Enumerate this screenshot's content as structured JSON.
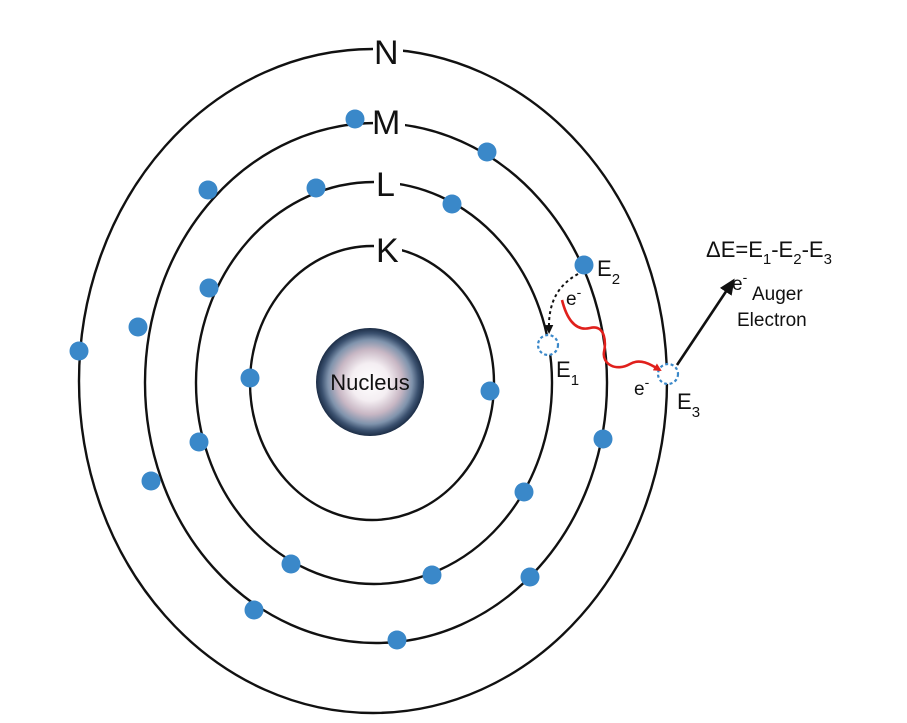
{
  "shells": {
    "k": "K",
    "l": "L",
    "m": "M",
    "n": "N"
  },
  "nucleus": {
    "label": "Nucleus"
  },
  "levels": {
    "e1": {
      "base": "E",
      "sub": "1"
    },
    "e2": {
      "base": "E",
      "sub": "2"
    },
    "e3": {
      "base": "E",
      "sub": "3"
    }
  },
  "electron_labels": {
    "transition": {
      "base": "e",
      "sup": "-"
    },
    "ejected": {
      "base": "e",
      "sup": "-"
    },
    "auger": {
      "base": "e",
      "sup": "-"
    }
  },
  "equation": {
    "delta_e": "ΔE=E",
    "s1": "1",
    "minus_e_a": "-E",
    "s2": "2",
    "minus_e_b": "-E",
    "s3": "3"
  },
  "auger": {
    "line1": "Auger",
    "line2": "Electron"
  },
  "colors": {
    "electron": "#3a88c9",
    "photon": "#e0201c",
    "orbit": "#111111"
  }
}
